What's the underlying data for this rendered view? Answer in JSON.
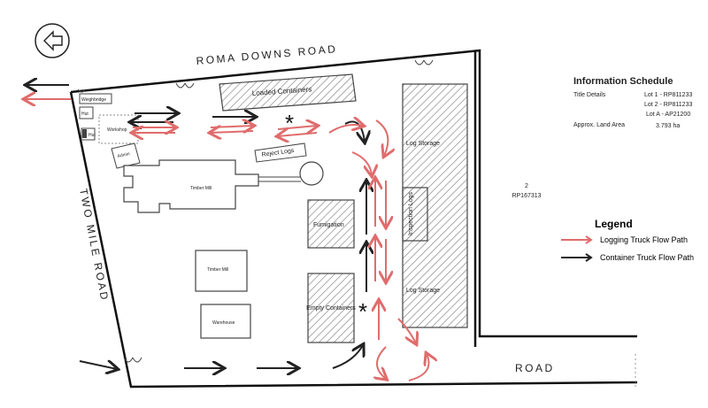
{
  "roads": {
    "top": "ROMA DOWNS ROAD",
    "left": "TWO MILE ROAD",
    "bottom": "ROAD"
  },
  "buildings": {
    "loaded_containers": "Loaded Containers",
    "weighbridge": "Weighbridge",
    "hut1": "Hut",
    "hut2": "Hut",
    "workshop": "Workshop",
    "admin": "Admin",
    "reject_logs": "Reject Logs",
    "timber_mill_1": "Timber Mill",
    "timber_mill_2": "Timber Mill",
    "warehouse": "Warehouse",
    "fumigation": "Fumigation",
    "empty_containers": "Empty Containers",
    "log_storage_1": "Log Storage",
    "log_storage_2": "Log Storage",
    "inspection_logs": "Inspection Logs"
  },
  "lot_label": {
    "number": "2",
    "rp": "RP167313"
  },
  "info_schedule": {
    "title": "Information Schedule",
    "title_details_label": "Title Details",
    "lots": [
      "Lot 1 - RP811233",
      "Lot 2 - RP811233",
      "Lot A - AP21200"
    ],
    "land_area_label": "Approx. Land Area",
    "land_area_value": "3.793 ha"
  },
  "legend": {
    "title": "Legend",
    "items": [
      {
        "label": "Logging Truck Flow Path",
        "color": "#e06c6c"
      },
      {
        "label": "Container Truck Flow Path",
        "color": "#222222"
      }
    ]
  },
  "colors": {
    "red": "#e06c6c",
    "black": "#222222",
    "hatch": "#888888"
  }
}
